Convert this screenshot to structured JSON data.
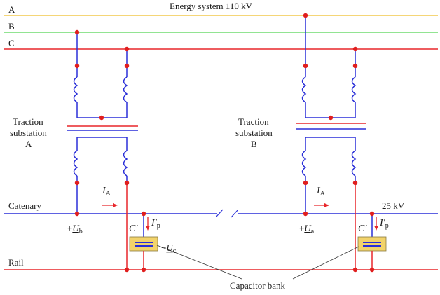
{
  "title": "Energy system 110 kV",
  "phases": [
    "A",
    "B",
    "C"
  ],
  "substations": [
    {
      "line1": "Traction",
      "line2": "substation",
      "line3": "A"
    },
    {
      "line1": "Traction",
      "line2": "substation",
      "line3": "B"
    }
  ],
  "catenary_label": "Catenary",
  "rail_label": "Rail",
  "voltage_label": "25 kV",
  "capacitor_bank_label": "Capacitor bank",
  "annotations": {
    "current_A1": {
      "sym": "I",
      "sub": "A"
    },
    "current_A2": {
      "sym": "I",
      "sub": "A"
    },
    "current_p1": {
      "sym": "I′",
      "sub": "p"
    },
    "current_p2": {
      "sym": "I′",
      "sub": "p"
    },
    "cap1": "C′",
    "cap2": "C′",
    "voltage_b": {
      "pre": "+",
      "sym": "U",
      "sub": "b"
    },
    "voltage_a": {
      "pre": "+",
      "sym": "U",
      "sub": "a"
    },
    "voltage_c": {
      "pre": "−",
      "sym": "U",
      "sub": "c"
    }
  },
  "colors": {
    "phase_A": "#f2c94c",
    "phase_B": "#6fdc6f",
    "phase_C": "#e8262a",
    "wire": "#2a2fd8",
    "node": "#e01e1e",
    "capacitor_fill": "#f2d36b"
  }
}
